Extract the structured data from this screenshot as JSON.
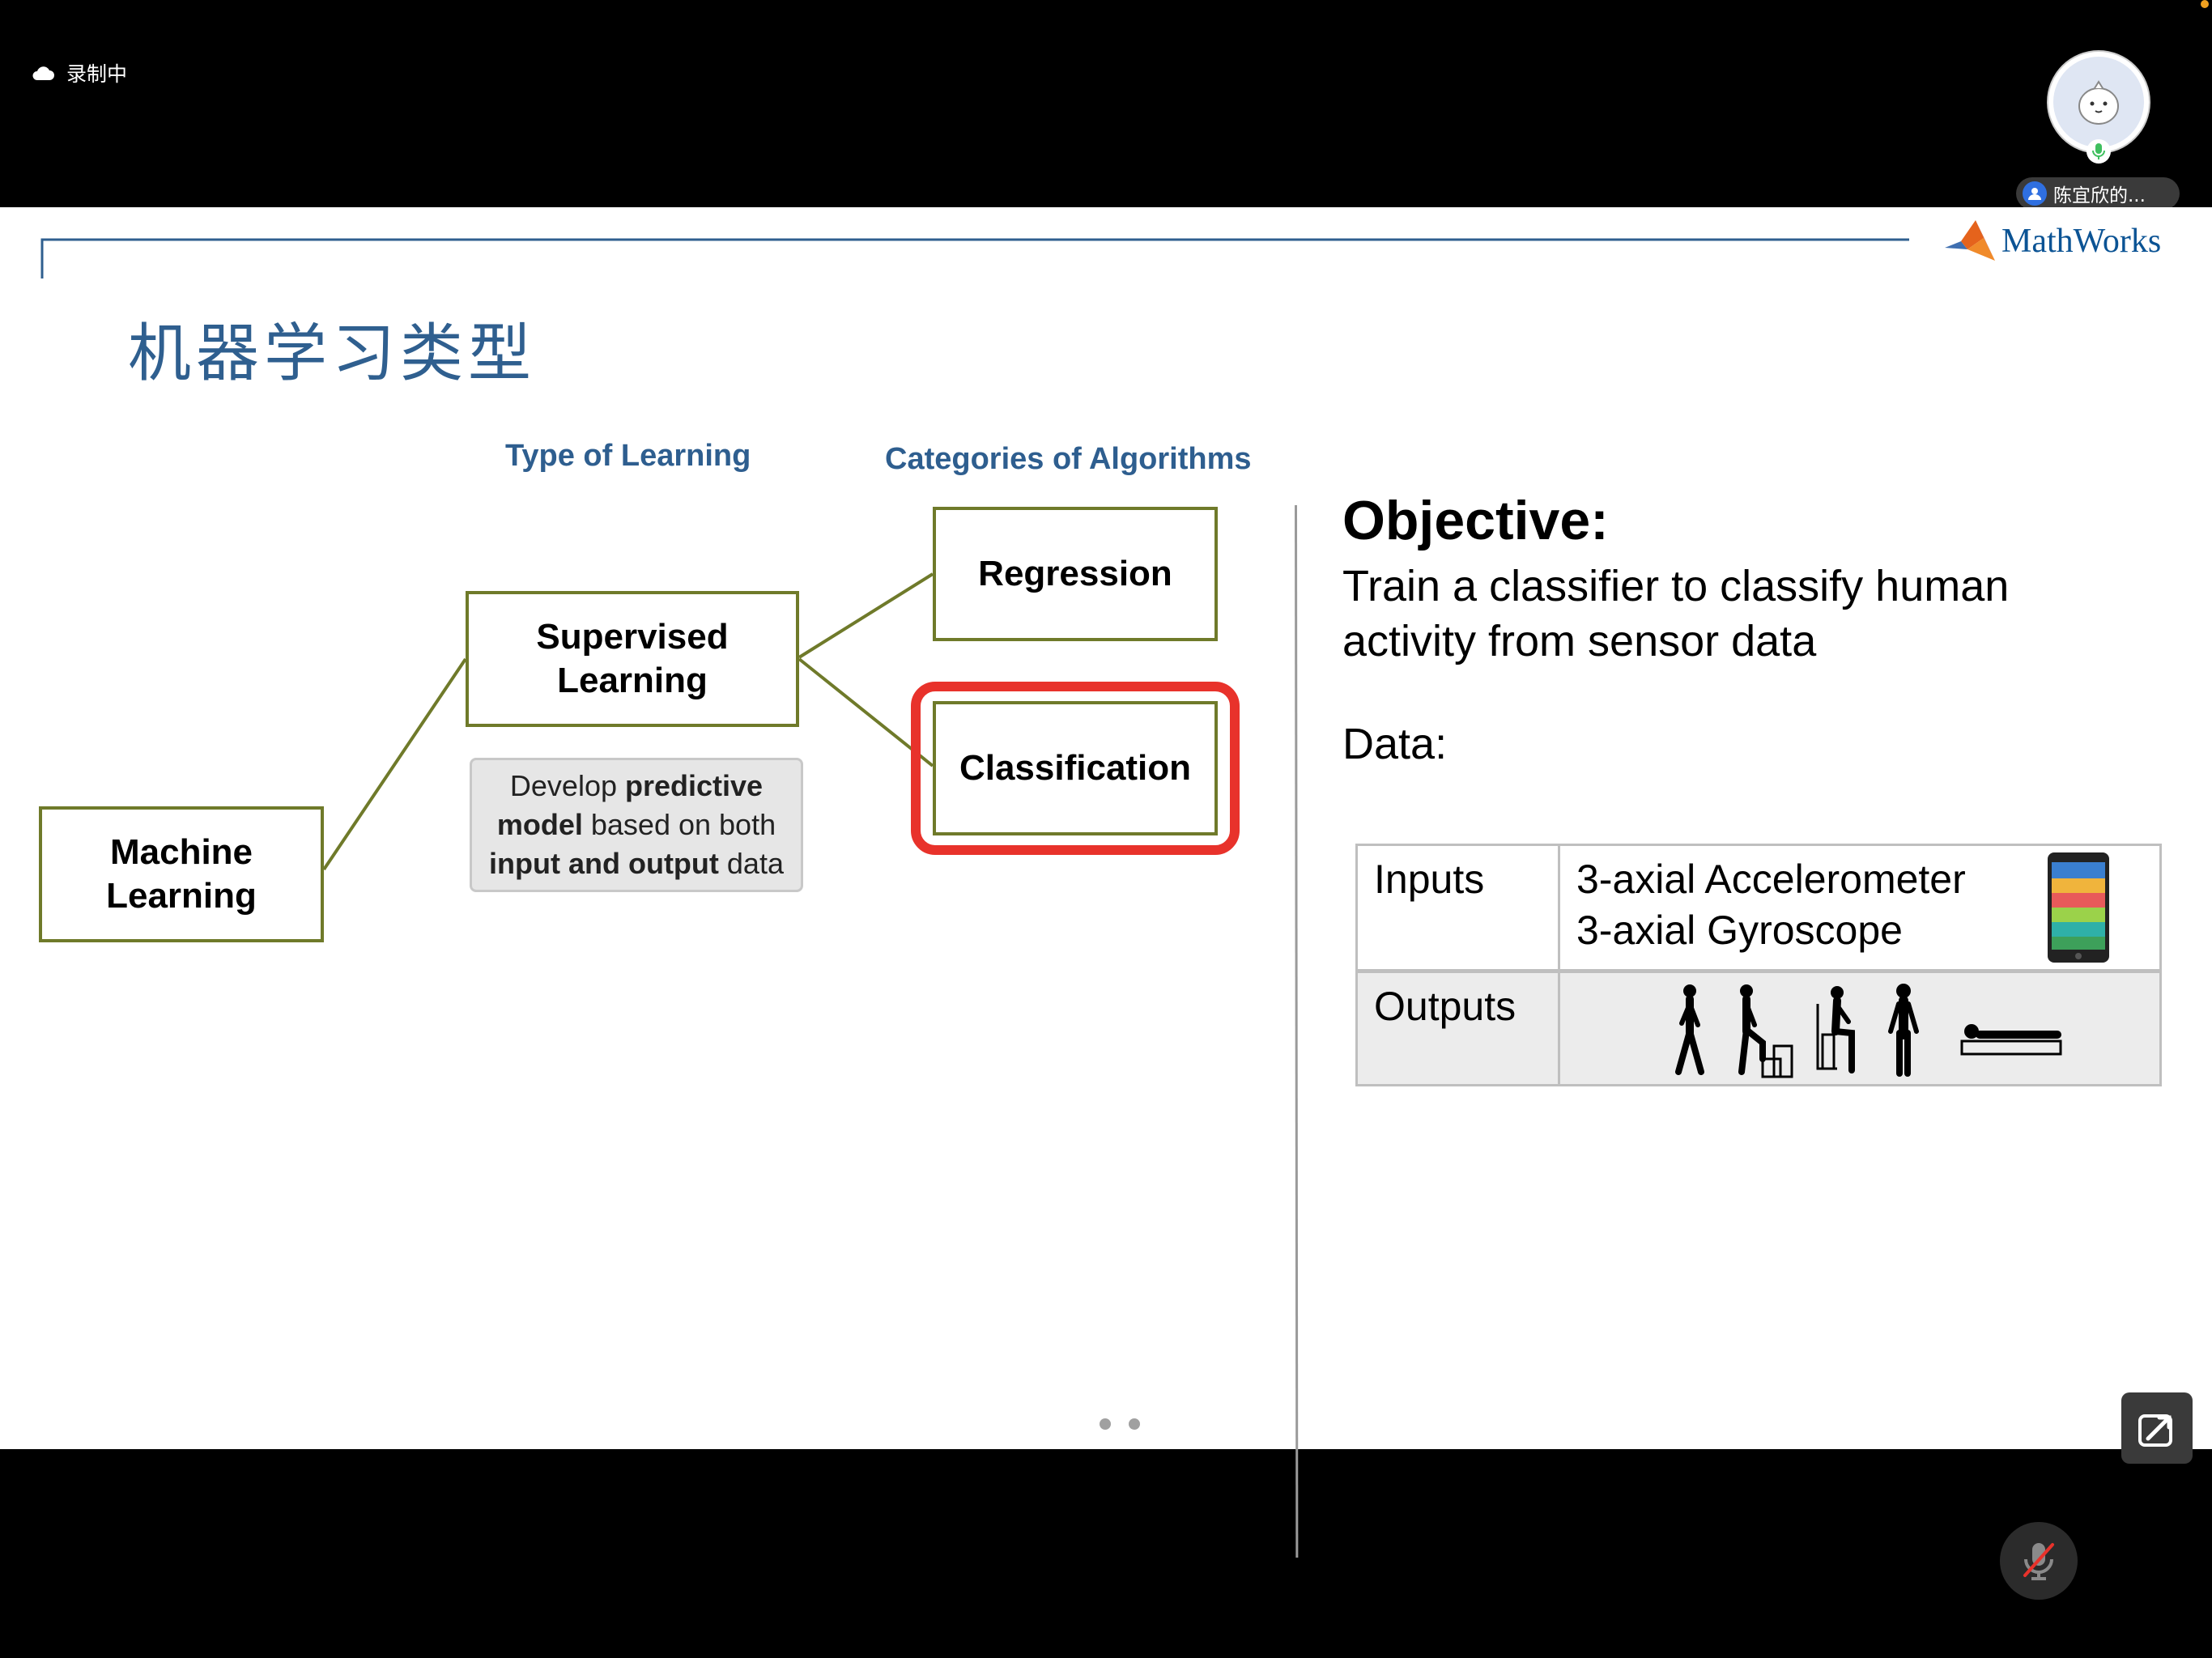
{
  "topbar": {
    "recording_label": "录制中",
    "participant_name": "陈宜欣的..."
  },
  "slide": {
    "title": "机器学习类型",
    "logo_text": "MathWorks",
    "header_type": "Type of Learning",
    "header_categories": "Categories of Algorithms",
    "box_machine_learning": [
      "Machine",
      "Learning"
    ],
    "box_supervised": [
      "Supervised",
      "Learning"
    ],
    "box_regression": "Regression",
    "box_classification": "Classification",
    "description": {
      "line1_plain": "Develop ",
      "line1_bold": "predictive",
      "line2_bold": "model",
      "line2_plain": " based on both",
      "line3_bold": "input and output",
      "line3_plain": " data"
    },
    "objective_title": "Objective:",
    "objective_text": "Train a classifier to classify human activity from sensor data",
    "data_label": "Data:",
    "table": {
      "inputs_label": "Inputs",
      "inputs_line1": "3-axial Accelerometer",
      "inputs_line2": "3-axial Gyroscope",
      "outputs_label": "Outputs"
    }
  },
  "colors": {
    "title_blue": "#2f5f8f",
    "box_border": "#6f7a2a",
    "highlight_red": "#e8322b"
  }
}
